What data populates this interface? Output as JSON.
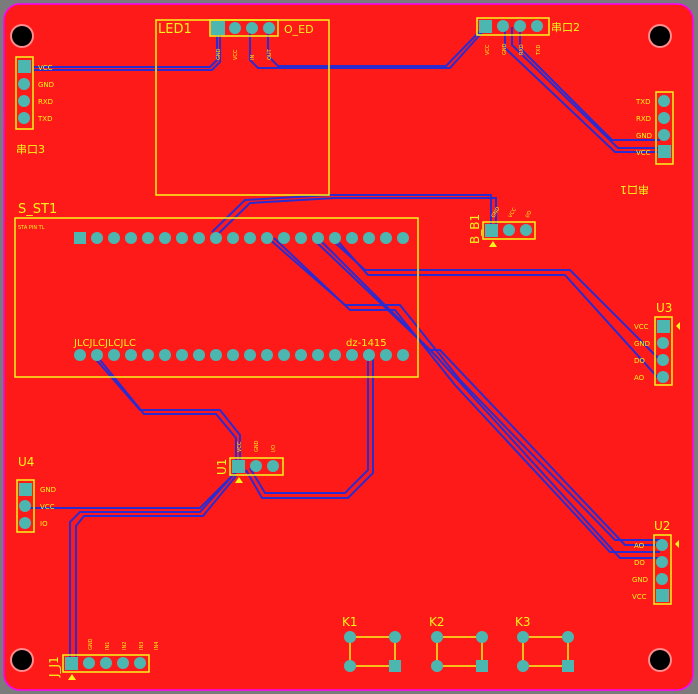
{
  "board": {
    "labels": {
      "led1": "LED1",
      "led1_sub": "O_ED",
      "sst1": "S_ST1",
      "bb1": "B_B1",
      "u1": "U1",
      "u2": "U2",
      "u3": "U3",
      "u4": "U4",
      "jj1": "J_J1",
      "k1": "K1",
      "k2": "K2",
      "k3": "K3",
      "port2": "串口2",
      "port3": "串口3",
      "port1": "串口1",
      "jlc": "JLCJLCJLCJLC",
      "dz": "dz-1415",
      "sst1_left": "STA PIN TL"
    },
    "pins": {
      "port3": [
        "VCC",
        "GND",
        "RXD",
        "TXD"
      ],
      "port1": [
        "TXD",
        "RXD",
        "GND",
        "VCC"
      ],
      "port2": [
        "VCC",
        "GND",
        "RXD",
        "TXD"
      ],
      "led1": [
        "GND",
        "VCC",
        "IN",
        "OUT"
      ],
      "u3": [
        "VCC",
        "GND",
        "DO",
        "AO"
      ],
      "u2": [
        "AO",
        "DO",
        "GND",
        "VCC"
      ],
      "u4": [
        "GND",
        "VCC",
        "IO"
      ],
      "u1": [
        "VCC",
        "GND",
        "I/O"
      ],
      "bb1": [
        "GND",
        "VCC",
        "I/O"
      ],
      "jj1": [
        "GND",
        "IN1",
        "IN2",
        "IN3",
        "IN4"
      ]
    },
    "colors": {
      "copper": "#ff1a1a",
      "silk": "#f5f519",
      "trace": "#2b2bd0",
      "outline": "#ff00ff",
      "background": "#7b7b7b",
      "pad": "#4cb6b0"
    }
  }
}
